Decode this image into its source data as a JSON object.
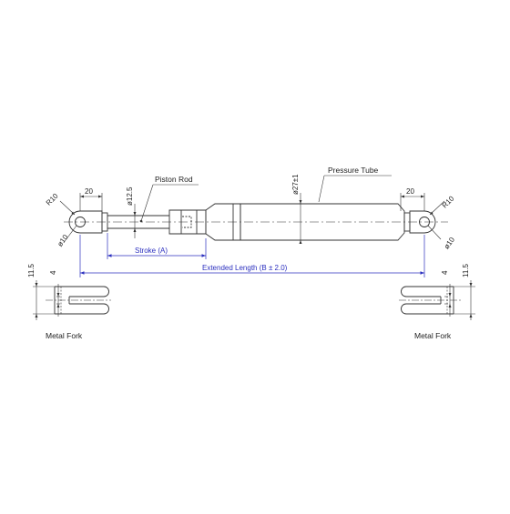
{
  "colors": {
    "line": "#333333",
    "blue": "#2b2fbf",
    "background": "#ffffff"
  },
  "labels": {
    "piston_rod": "Piston Rod",
    "pressure_tube": "Pressure Tube",
    "stroke": "Stroke (A)",
    "extended_length": "Extended Length (B ± 2.0)",
    "metal_fork_left": "Metal Fork",
    "metal_fork_right": "Metal Fork"
  },
  "dimensions": {
    "left_eye_width": "20",
    "right_eye_width": "20",
    "left_radius": "R10",
    "right_radius": "R10",
    "left_hole": "ø10",
    "right_hole": "ø10",
    "rod_diameter": "ø12.5",
    "tube_diameter": "ø27±1",
    "fork_left_height": "11.5",
    "fork_left_gap": "4",
    "fork_right_height": "11.5",
    "fork_right_gap": "4"
  }
}
